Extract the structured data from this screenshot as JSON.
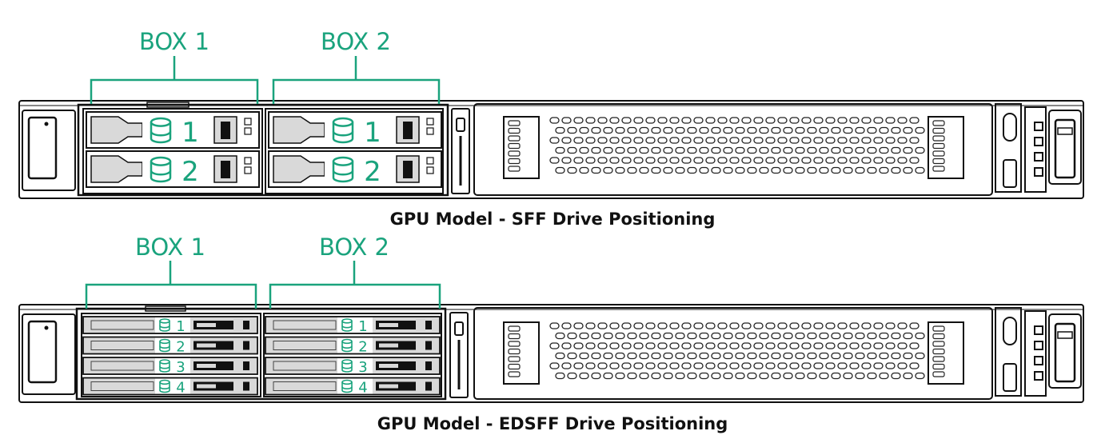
{
  "accent_color": "#1aa37d",
  "diagrams": [
    {
      "caption": "GPU Model  - SFF Drive Positioning",
      "boxes": [
        {
          "label": "BOX 1",
          "drives": [
            "1",
            "2"
          ]
        },
        {
          "label": "BOX 2",
          "drives": [
            "1",
            "2"
          ]
        }
      ]
    },
    {
      "caption": "GPU Model  - EDSFF Drive Positioning",
      "boxes": [
        {
          "label": "BOX 1",
          "drives": [
            "1",
            "2",
            "3",
            "4"
          ]
        },
        {
          "label": "BOX 2",
          "drives": [
            "1",
            "2",
            "3",
            "4"
          ]
        }
      ]
    }
  ]
}
